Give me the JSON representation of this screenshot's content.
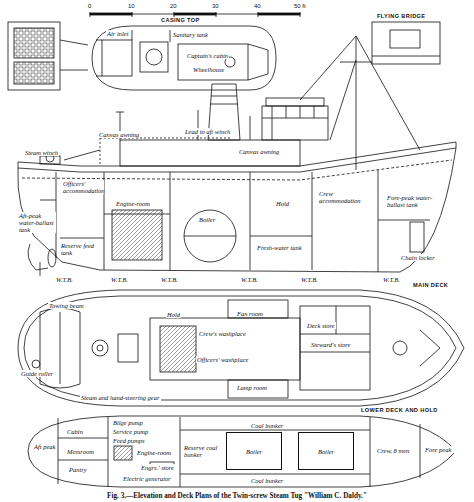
{
  "diagram": {
    "caption": "Fig. 3.—Elevation and Deck Plans of the Twin-screw Steam Tug \"William C. Daldy.\"",
    "nodes": [
      {
        "text": [
          "Boiler"
        ]
      },
      {
        "text": [
          "Boiler"
        ]
      }
    ],
    "labels": [
      "0",
      "10",
      "20",
      "30",
      "40",
      "50 ft",
      "CASING TOP",
      "FLYING BRIDGE",
      "Air inlet",
      "Sanitary tank",
      "Captain's cabin",
      "Wheelhouse",
      "Canvas awning",
      "Lead to aft winch",
      "Steam winch",
      "Canvas awning",
      "Officers' accommodation",
      "Engine-room",
      "Boiler",
      "Fresh-water tank",
      "Hold",
      "Crew accommodation",
      "Fore-peak water-ballast tank",
      "Chain locker",
      "Aft-peak water-ballast tank",
      "Reserve feed tank",
      "W.T.B.",
      "W.T.B.",
      "W.T.B.",
      "W.T.B.",
      "W.T.B.",
      "W.T.B.",
      "MAIN DECK",
      "Towing beam",
      "Guide roller",
      "Steam and hand-steering gear",
      "Fan room",
      "Hold",
      "Crew's washplace",
      "Officers' washplace",
      "Lamp room",
      "Deck store",
      "Steward's store",
      "LOWER DECK AND HOLD",
      "Bilge pump",
      "Service pump",
      "Feed pumps",
      "Engine-room",
      "Engrs.' store",
      "Electric generator",
      "Messroom",
      "Pantry",
      "Aft peak",
      "Cabin",
      "Coal bunker",
      "Coal bunker",
      "Reserve coal bunker",
      "Crew, 8 men",
      "Fore peak"
    ]
  }
}
